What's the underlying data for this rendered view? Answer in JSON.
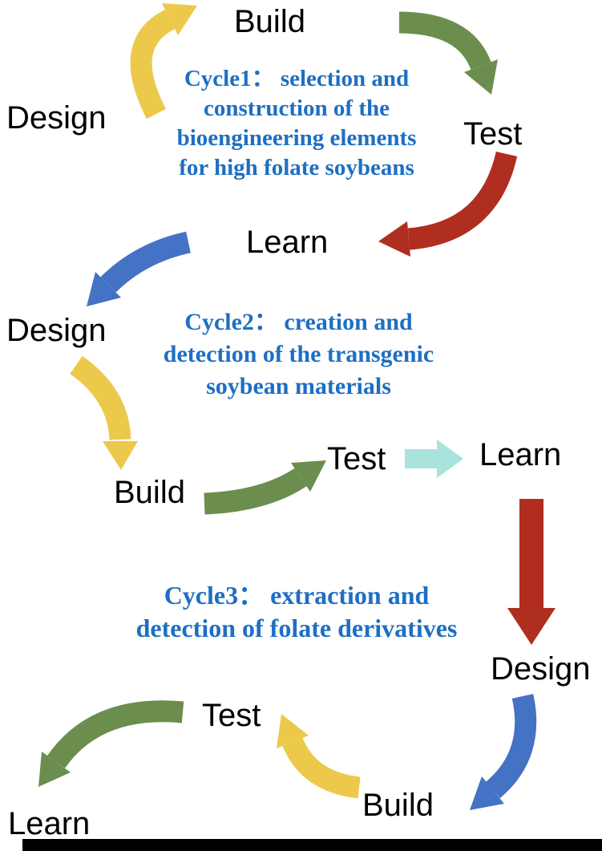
{
  "palette": {
    "yellow": "#ECC94B",
    "green": "#6B8E4E",
    "red": "#B02E20",
    "blue": "#4472C4",
    "teal": "#A8E3DC",
    "title_blue": "#1E6FC3",
    "label_black": "#000000",
    "bar_black": "#000000"
  },
  "cycle1": {
    "title": "Cycle1： selection and\nconstruction of the\nbioengineering elements\nfor high folate soybeans",
    "design": "Design",
    "build": "Build",
    "test": "Test",
    "learn": "Learn"
  },
  "cycle2": {
    "title": "Cycle2： creation and\ndetection of the transgenic\nsoybean materials",
    "design": "Design",
    "build": "Build",
    "test": "Test",
    "learn": "Learn"
  },
  "cycle3": {
    "title": "Cycle3： extraction and\ndetection of folate derivatives",
    "design": "Design",
    "build": "Build",
    "test": "Test",
    "learn": "Learn"
  }
}
